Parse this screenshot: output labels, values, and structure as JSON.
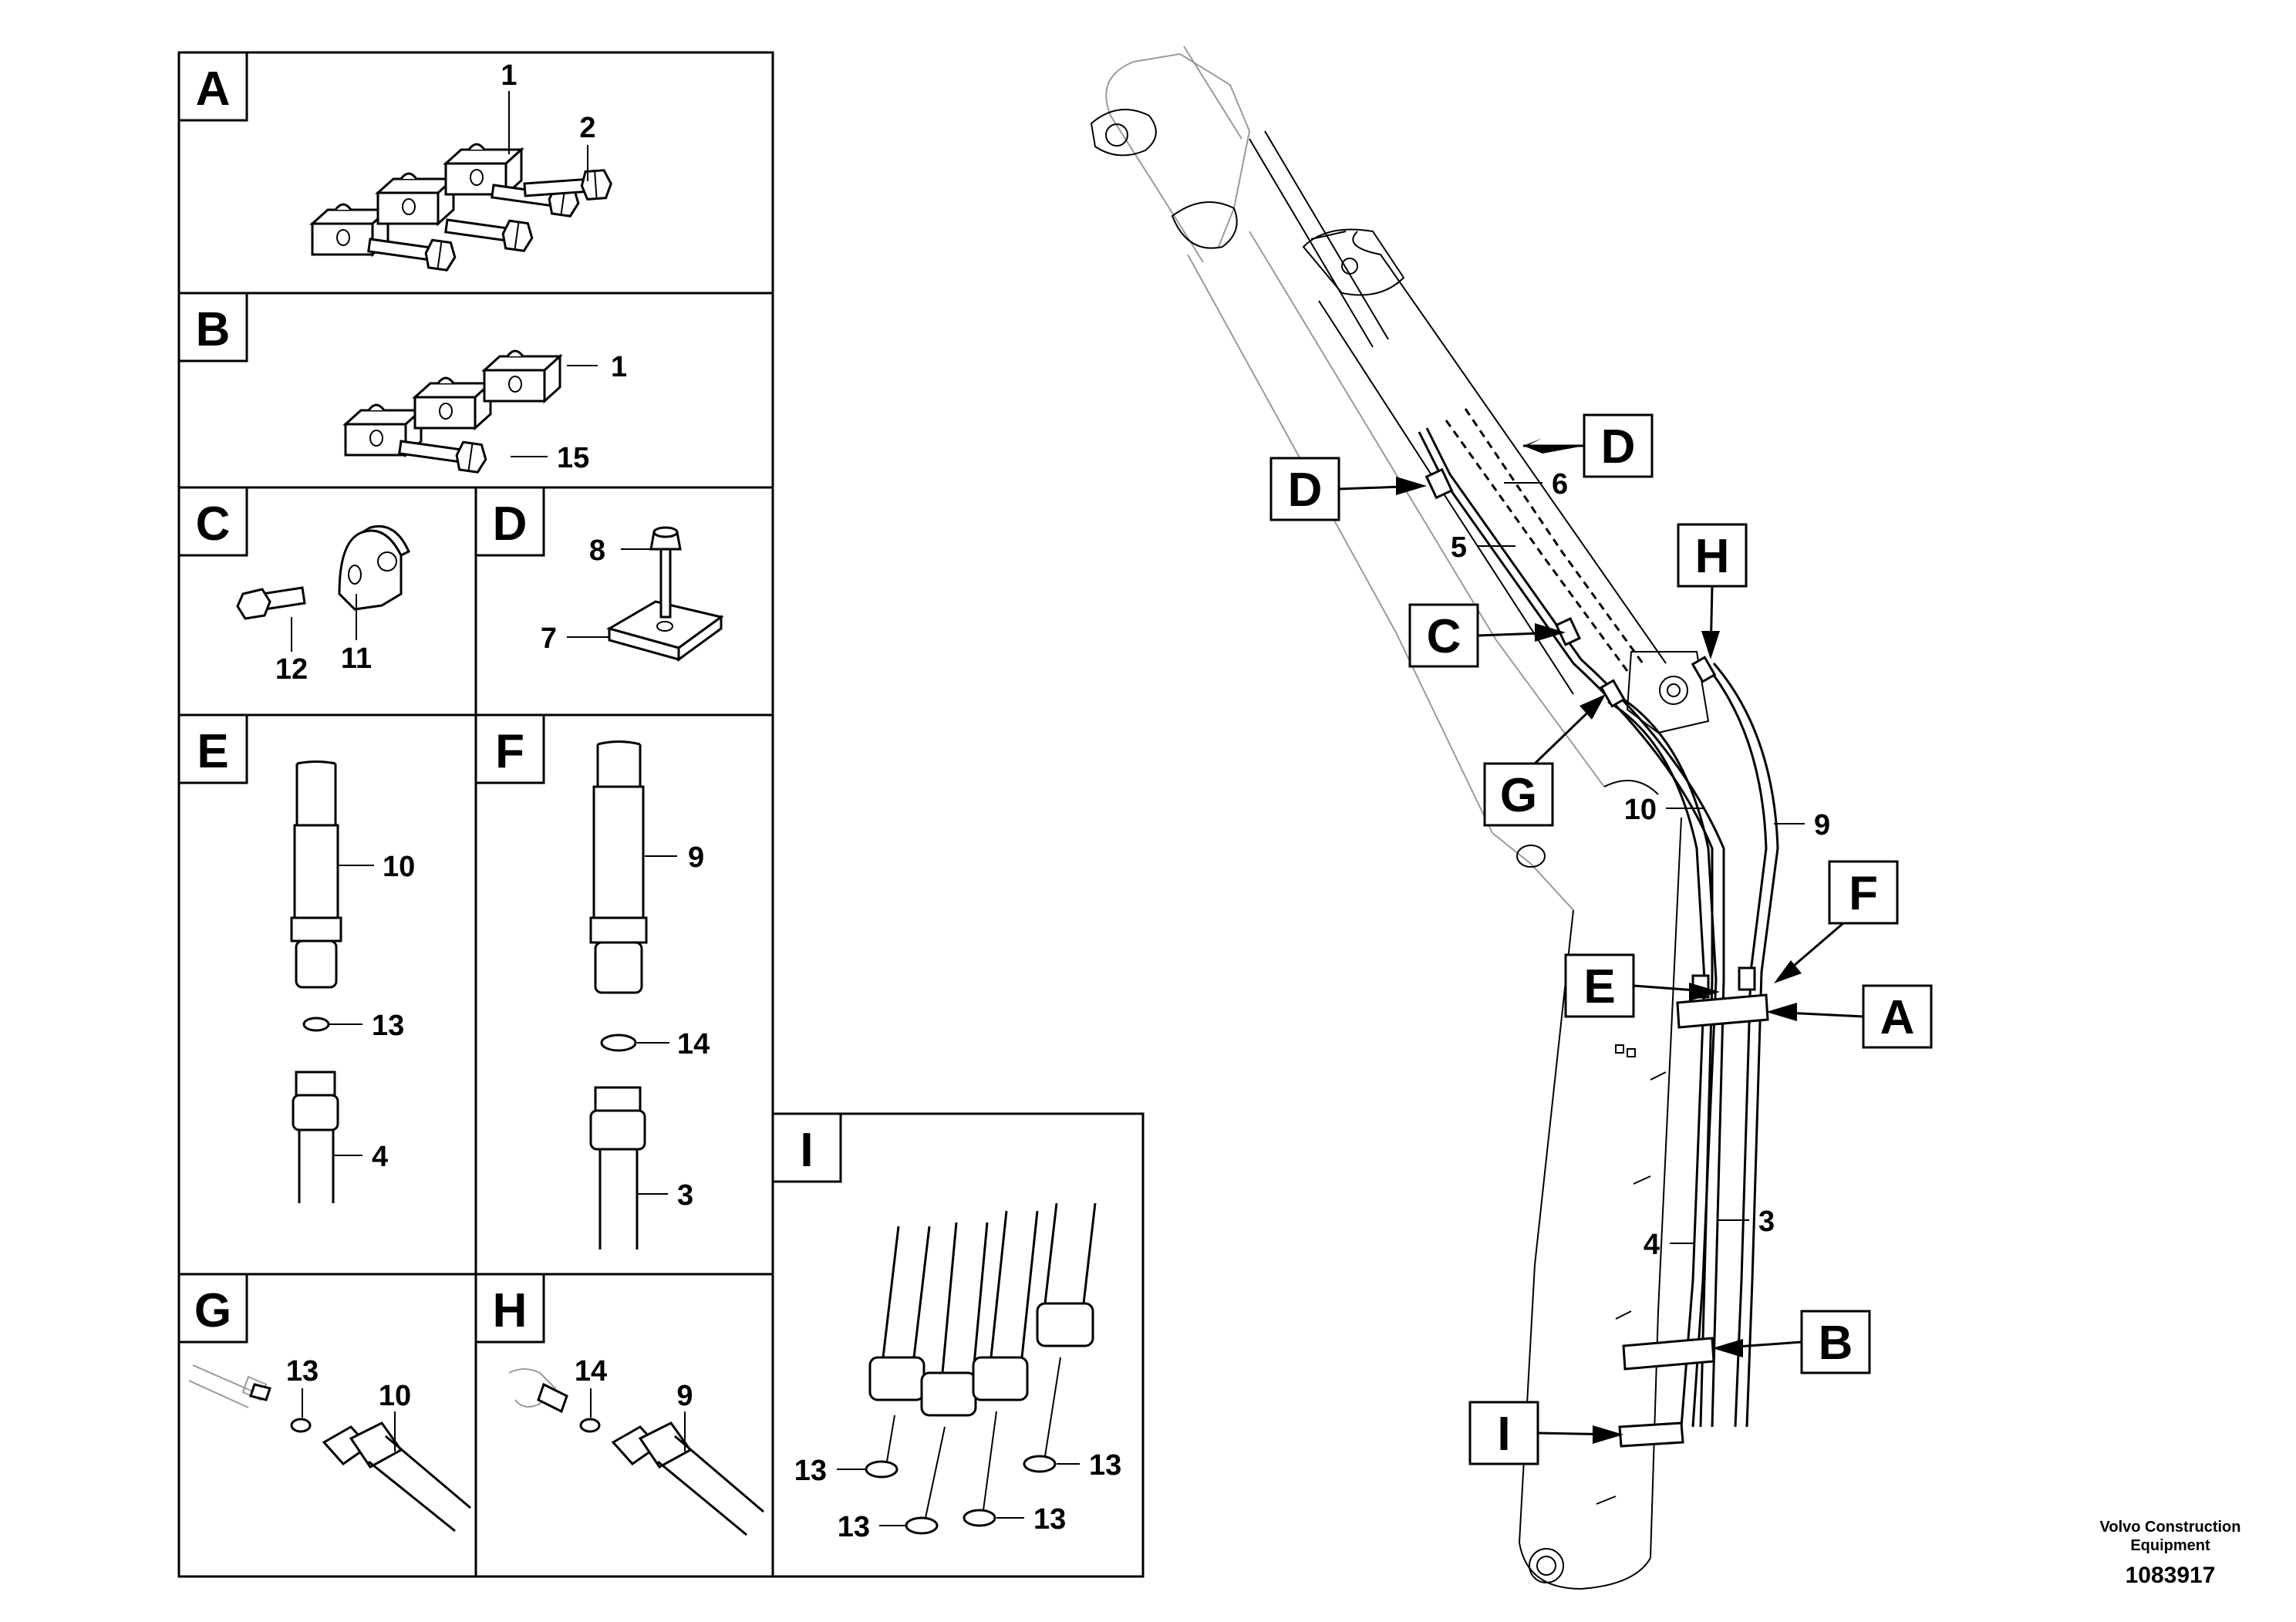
{
  "panels": [
    {
      "letter": "A",
      "parts": [
        "1",
        "2"
      ]
    },
    {
      "letter": "B",
      "parts": [
        "1",
        "15"
      ]
    },
    {
      "letter": "C",
      "parts": [
        "12",
        "11"
      ]
    },
    {
      "letter": "D",
      "parts": [
        "8",
        "7"
      ]
    },
    {
      "letter": "E",
      "parts": [
        "10",
        "13",
        "4"
      ]
    },
    {
      "letter": "F",
      "parts": [
        "9",
        "14",
        "3"
      ]
    },
    {
      "letter": "G",
      "parts": [
        "13",
        "10"
      ]
    },
    {
      "letter": "H",
      "parts": [
        "14",
        "9"
      ]
    },
    {
      "letter": "I",
      "parts": [
        "13",
        "13",
        "13",
        "13"
      ]
    }
  ],
  "overview": {
    "callouts": [
      "D",
      "D",
      "H",
      "C",
      "G",
      "F",
      "E",
      "A",
      "B",
      "I"
    ],
    "part_numbers": [
      "6",
      "5",
      "10",
      "9",
      "3",
      "4"
    ]
  },
  "footer": {
    "company_line1": "Volvo Construction",
    "company_line2": "Equipment",
    "drawing_number": "1083917"
  }
}
